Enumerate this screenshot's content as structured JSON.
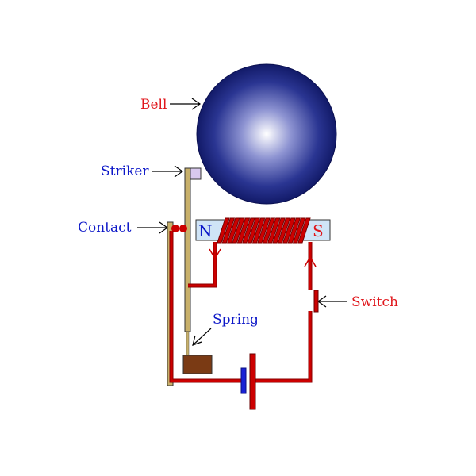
{
  "labels": {
    "bell": "Bell",
    "striker": "Striker",
    "contact": "Contact",
    "spring": "Spring",
    "switch": "Switch",
    "north": "N",
    "south": "S"
  },
  "colors": {
    "label_red": "#e0161b",
    "label_blue": "#0d18c8",
    "wire": "#cc0000",
    "wire_dark": "#8a0000",
    "bell_outer": "#141e6e",
    "bell_inner": "#ffffff",
    "magnet": "#cfe4f7",
    "striker": "#c8b06a",
    "hammer": "#d8c8ee",
    "base": "#7a3a14",
    "battery_plate": "#1a22d6"
  }
}
